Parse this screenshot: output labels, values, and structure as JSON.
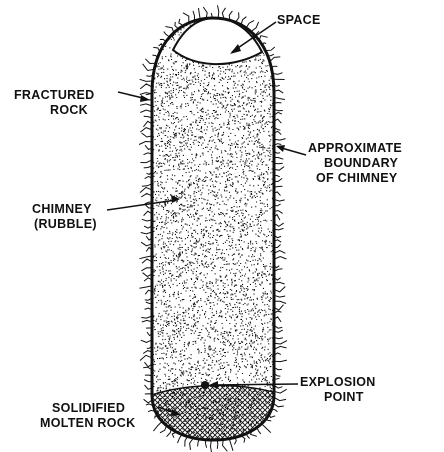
{
  "diagram": {
    "labels": {
      "space": "SPACE",
      "fractured_rock": [
        "FRACTURED",
        "ROCK"
      ],
      "boundary": [
        "APPROXIMATE",
        "BOUNDARY",
        "OF CHIMNEY"
      ],
      "chimney": [
        "CHIMNEY",
        "(RUBBLE)"
      ],
      "explosion": [
        "EXPLOSION",
        "POINT"
      ],
      "molten": [
        "SOLIDIFIED",
        "MOLTEN ROCK"
      ]
    },
    "colors": {
      "ink": "#111111",
      "background": "#ffffff"
    }
  }
}
